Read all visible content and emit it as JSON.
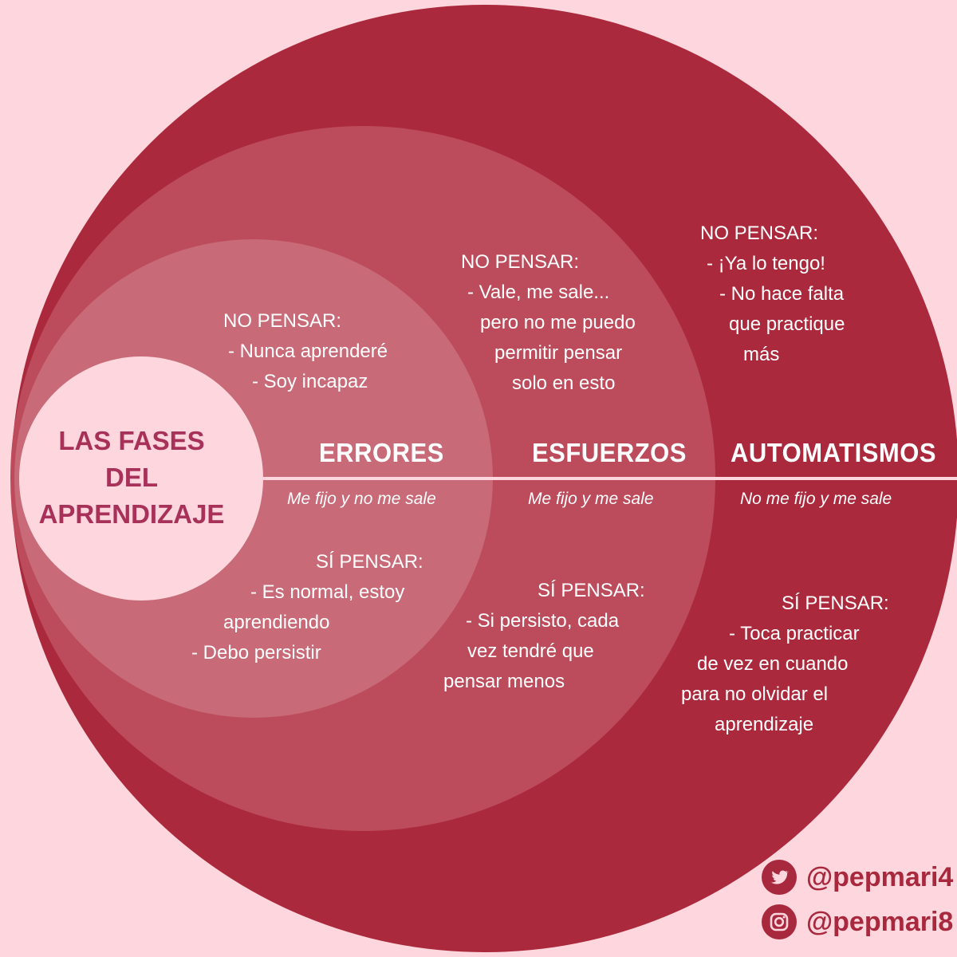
{
  "title": [
    "LAS FASES",
    "DEL",
    "APRENDIZAJE"
  ],
  "colors": {
    "background": "#fdd7dd",
    "outer_circle": "#ab293c",
    "middle_circle": "#bc4c5c",
    "inner_circle": "#c86a77",
    "center_circle": "#fdd7dd",
    "title_text": "#a8315a"
  },
  "phases": [
    {
      "name": "ERRORES",
      "subtitle": "Me fijo y no me sale",
      "no_pensar": [
        "NO PENSAR:",
        "- Nunca aprenderé",
        "- Soy incapaz"
      ],
      "si_pensar": [
        "SÍ PENSAR:",
        "- Es normal, estoy",
        "aprendiendo",
        "- Debo persistir"
      ]
    },
    {
      "name": "ESFUERZOS",
      "subtitle": "Me fijo y me sale",
      "no_pensar": [
        "NO PENSAR:",
        "- Vale, me sale...",
        "pero no me puedo",
        "permitir pensar",
        "solo en esto"
      ],
      "si_pensar": [
        "SÍ PENSAR:",
        "- Si persisto, cada",
        "vez tendré que",
        "pensar menos"
      ]
    },
    {
      "name": "AUTOMATISMOS",
      "subtitle": "No me fijo y me sale",
      "no_pensar": [
        "NO PENSAR:",
        "- ¡Ya lo tengo!",
        "- No hace falta",
        "que practique",
        "más"
      ],
      "si_pensar": [
        "SÍ PENSAR:",
        "- Toca practicar",
        "de vez en cuando",
        "para no olvidar el",
        "aprendizaje"
      ]
    }
  ],
  "social": [
    {
      "icon": "twitter-icon",
      "handle": "@pepmari4"
    },
    {
      "icon": "instagram-icon",
      "handle": "@pepmari8"
    }
  ]
}
